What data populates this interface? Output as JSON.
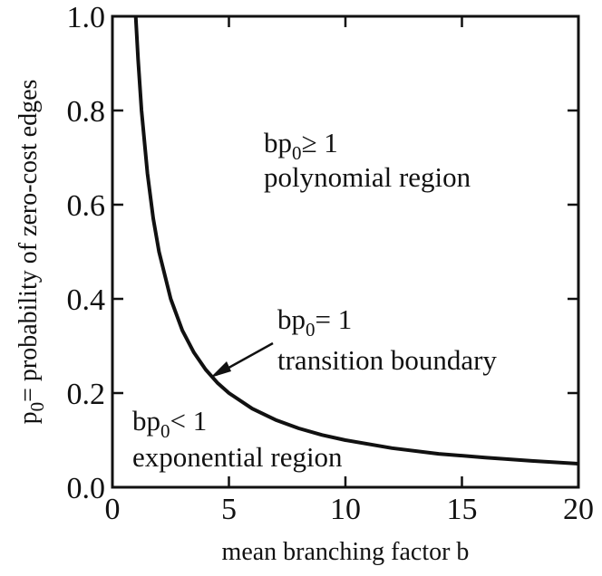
{
  "chart_data": {
    "type": "line",
    "xlabel": "mean branching factor b",
    "ylabel": "p",
    "ylabel_sub": "0",
    "ylabel_rest": "= probability of zero-cost edges",
    "xlim": [
      0,
      20
    ],
    "ylim": [
      0,
      1.0
    ],
    "x_ticks": [
      0,
      5,
      10,
      15,
      20
    ],
    "x_tick_labels": [
      "0",
      "5",
      "10",
      "15",
      "20"
    ],
    "y_ticks": [
      0,
      0.2,
      0.4,
      0.6,
      0.8,
      1.0
    ],
    "y_tick_labels": [
      "0.0",
      "0.2",
      "0.4",
      "0.6",
      "0.8",
      "1.0"
    ],
    "grid": false,
    "series": [
      {
        "x": [
          1,
          1.1,
          1.25,
          1.5,
          1.75,
          2,
          2.5,
          3,
          3.5,
          4,
          4.5,
          5,
          6,
          7,
          8,
          9,
          10,
          12,
          14,
          16,
          18,
          20
        ],
        "y": [
          1.0,
          0.909,
          0.8,
          0.667,
          0.571,
          0.5,
          0.4,
          0.333,
          0.286,
          0.25,
          0.222,
          0.2,
          0.167,
          0.143,
          0.125,
          0.111,
          0.1,
          0.083,
          0.071,
          0.063,
          0.056,
          0.05
        ]
      }
    ],
    "annotations": {
      "polynomial": {
        "math_base": "bp",
        "math_sub": "0",
        "math_rel": "≥ 1",
        "label": "polynomial region"
      },
      "transition": {
        "math_base": "bp",
        "math_sub": "0",
        "math_rel": "= 1",
        "label": "transition boundary"
      },
      "exponential": {
        "math_base": "bp",
        "math_sub": "0",
        "math_rel": "< 1",
        "label": "exponential region"
      }
    }
  }
}
